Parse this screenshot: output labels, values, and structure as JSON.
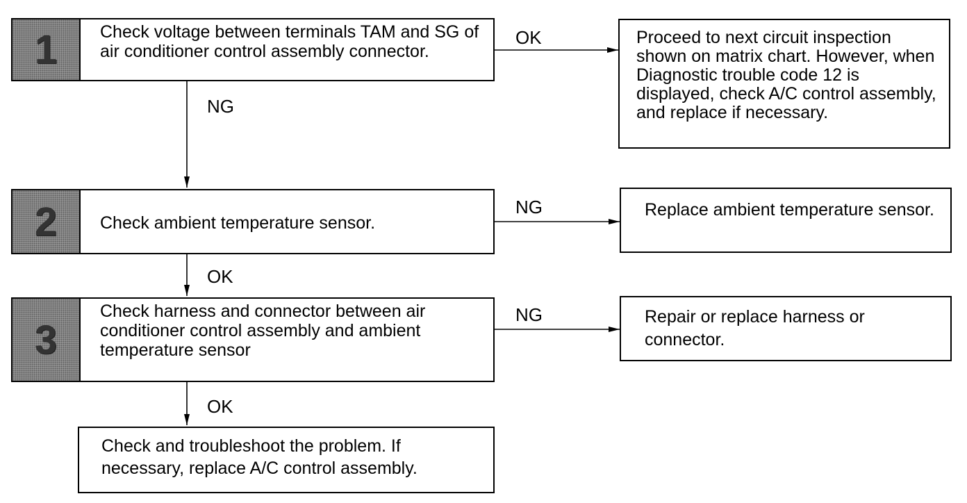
{
  "steps": [
    {
      "number": "1",
      "text": "Check voltage between terminals TAM and SG of air conditioner control assembly connector."
    },
    {
      "number": "2",
      "text": "Check ambient temperature sensor."
    },
    {
      "number": "3",
      "text": "Check harness and connector between air conditioner control assembly and ambient temperature sensor"
    }
  ],
  "final_step": {
    "text": "Check and troubleshoot the problem.  If necessary, replace A/C control assembly."
  },
  "results": [
    {
      "text": "Proceed to next circuit inspection shown on matrix chart. However, when Diagnostic trouble code 12 is displayed, check A/C control assembly, and replace if necessary."
    },
    {
      "text": "Replace ambient temperature sensor."
    },
    {
      "text": "Repair or replace harness or connector."
    }
  ],
  "labels": {
    "step1_right": "OK",
    "step1_down": "NG",
    "step2_right": "NG",
    "step2_down": "OK",
    "step3_right": "NG",
    "step3_down": "OK"
  }
}
